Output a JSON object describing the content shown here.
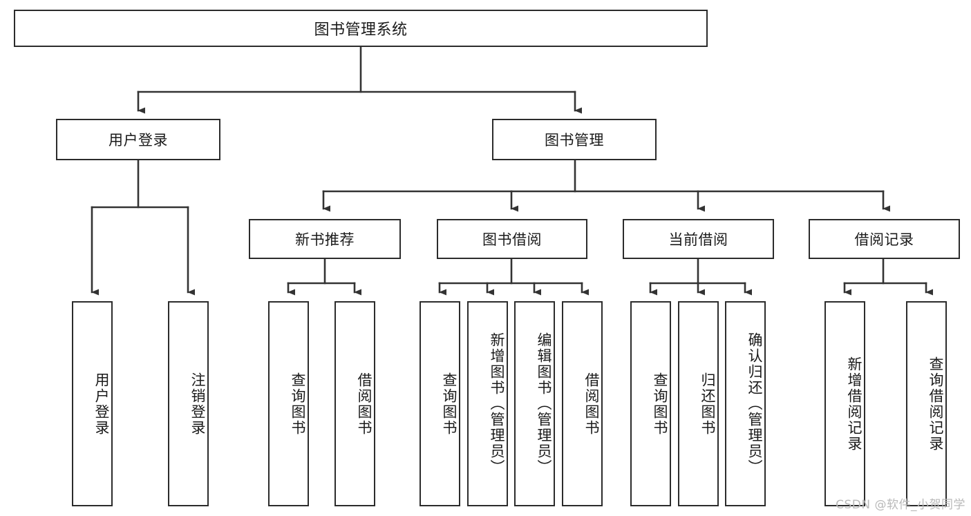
{
  "diagram": {
    "title": "图书管理系统",
    "type": "tree-hierarchy-chart",
    "watermark": "CSDN @软件_小贺同学",
    "colors": {
      "background": "#ffffff",
      "border": "#2b2b2b",
      "text": "#1a1a1a",
      "edge": "#333333",
      "watermark": "#b9b9b9"
    },
    "root": {
      "label": "图书管理系统"
    },
    "level2": [
      {
        "label": "用户登录"
      },
      {
        "label": "图书管理"
      }
    ],
    "level3": [
      {
        "label": "新书推荐"
      },
      {
        "label": "图书借阅"
      },
      {
        "label": "当前借阅"
      },
      {
        "label": "借阅记录"
      }
    ],
    "leaves": {
      "user_login": [
        {
          "label": "用户登录"
        },
        {
          "label": "注销登录"
        }
      ],
      "new_book_recommend": [
        {
          "label": "查询图书"
        },
        {
          "label": "借阅图书"
        }
      ],
      "book_borrow": [
        {
          "label": "查询图书"
        },
        {
          "label": "新增图书（管理员）"
        },
        {
          "label": "编辑图书（管理员）"
        },
        {
          "label": "借阅图书"
        }
      ],
      "current_borrow": [
        {
          "label": "查询图书"
        },
        {
          "label": "归还图书"
        },
        {
          "label": "确认归还（管理员）"
        }
      ],
      "borrow_record": [
        {
          "label": "新增借阅记录"
        },
        {
          "label": "查询借阅记录"
        }
      ]
    }
  }
}
